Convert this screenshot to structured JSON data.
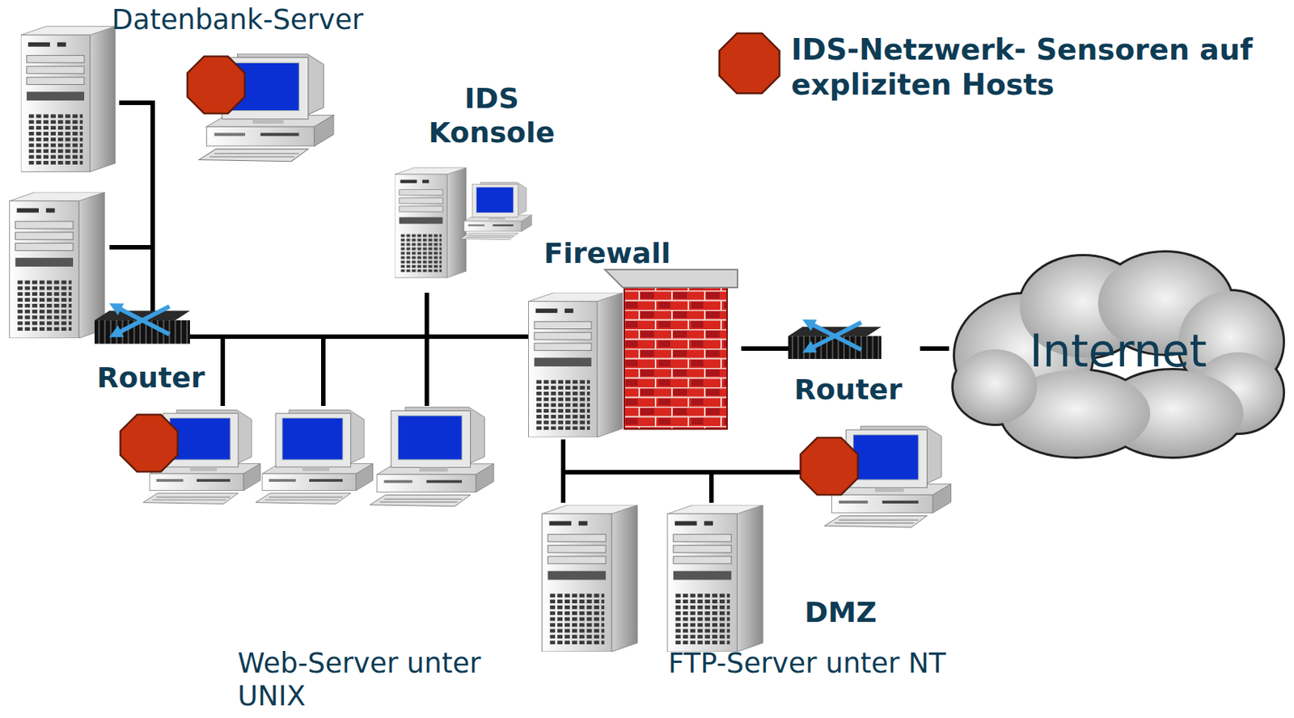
{
  "diagram": {
    "nodes": [
      {
        "text": [
          "Datenbank-Server"
        ]
      },
      {
        "text": [
          "Router"
        ]
      },
      {
        "text": [
          "IDS Konsole"
        ]
      },
      {
        "text": [
          "Firewall"
        ]
      },
      {
        "text": [
          "Router"
        ]
      },
      {
        "text": [
          "Internet"
        ]
      },
      {
        "text": [
          "Web-Server unter UNIX"
        ]
      },
      {
        "text": [
          "FTP-Server unter NT"
        ]
      }
    ],
    "edges": [
      {
        "from": 1,
        "to": 3,
        "arrow": "none"
      },
      {
        "from": 3,
        "to": 4,
        "arrow": "none"
      },
      {
        "from": 4,
        "to": 5,
        "arrow": "none"
      },
      {
        "from": 3,
        "to": 6,
        "arrow": "none"
      },
      {
        "from": 3,
        "to": 7,
        "arrow": "none"
      }
    ],
    "labels": [
      "DMZ"
    ],
    "legend": [
      {
        "text": "IDS-Netzwerk- Sensoren auf expliziten Hosts"
      }
    ]
  }
}
